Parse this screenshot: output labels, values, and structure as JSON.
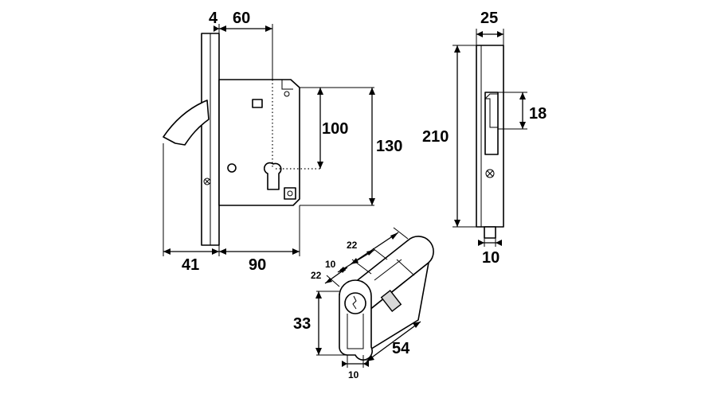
{
  "lock_front": {
    "faceplate_thickness": "4",
    "backset": "60",
    "spindle_to_cylinder": "100",
    "case_height": "130",
    "hook_projection": "41",
    "case_depth": "90"
  },
  "lock_side": {
    "width": "25",
    "height": "210",
    "hook_opening": "18",
    "bottom_width": "10"
  },
  "cylinder": {
    "top_length": "22",
    "cam_width": "10",
    "side_length": "22",
    "height": "33",
    "length": "54",
    "bottom_width": "10"
  }
}
